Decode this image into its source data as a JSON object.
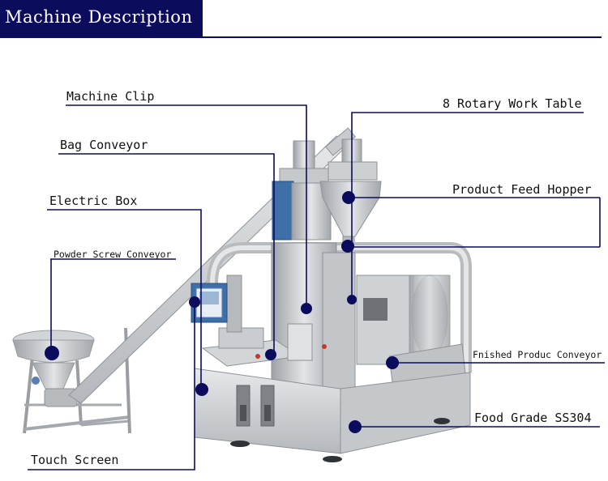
{
  "header": {
    "title": "Machine Description"
  },
  "labels": {
    "machine_clip": "Machine Clip",
    "bag_conveyor": "Bag Conveyor",
    "electric_box": "Electric Box",
    "powder_screw_conveyor": "Powder Screw Conveyor",
    "touch_screen": "Touch Screen",
    "rotary_work_table": "8 Rotary Work Table",
    "product_feed_hopper": "Product Feed Hopper",
    "finished_product_conveyor": "Fnished Produc Conveyor",
    "food_grade": "Food Grade SS304"
  },
  "colors": {
    "accent": "#0c0c5c",
    "marker": "#0c0c5c",
    "steel_light": "#d9dbdd",
    "steel_mid": "#b7babd",
    "steel_dark": "#8e9296",
    "panel_blue": "#3f6fa8"
  }
}
